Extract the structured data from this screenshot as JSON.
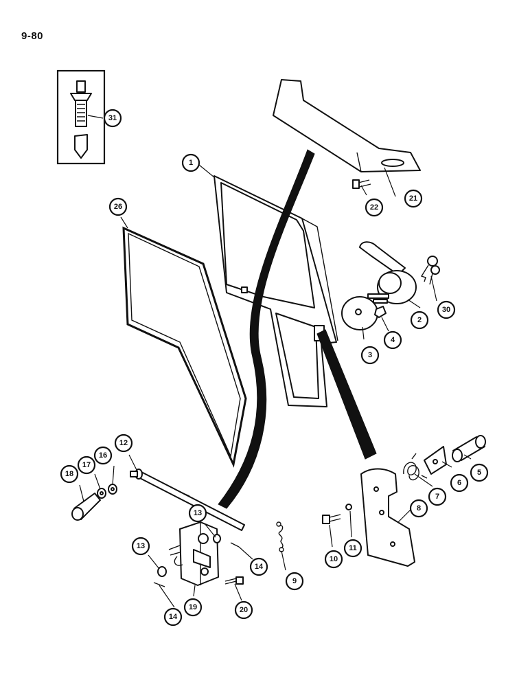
{
  "page": {
    "number": "9-80"
  },
  "callouts": {
    "c1": "1",
    "c2": "2",
    "c3": "3",
    "c4": "4",
    "c5": "5",
    "c6": "6",
    "c7": "7",
    "c8": "8",
    "c9": "9",
    "c10": "10",
    "c11": "11",
    "c12": "12",
    "c13a": "13",
    "c13b": "13",
    "c14a": "14",
    "c14b": "14",
    "c16": "16",
    "c17": "17",
    "c18": "18",
    "c19": "19",
    "c20": "20",
    "c21": "21",
    "c22": "22",
    "c26": "26",
    "c30": "30",
    "c31": "31"
  }
}
